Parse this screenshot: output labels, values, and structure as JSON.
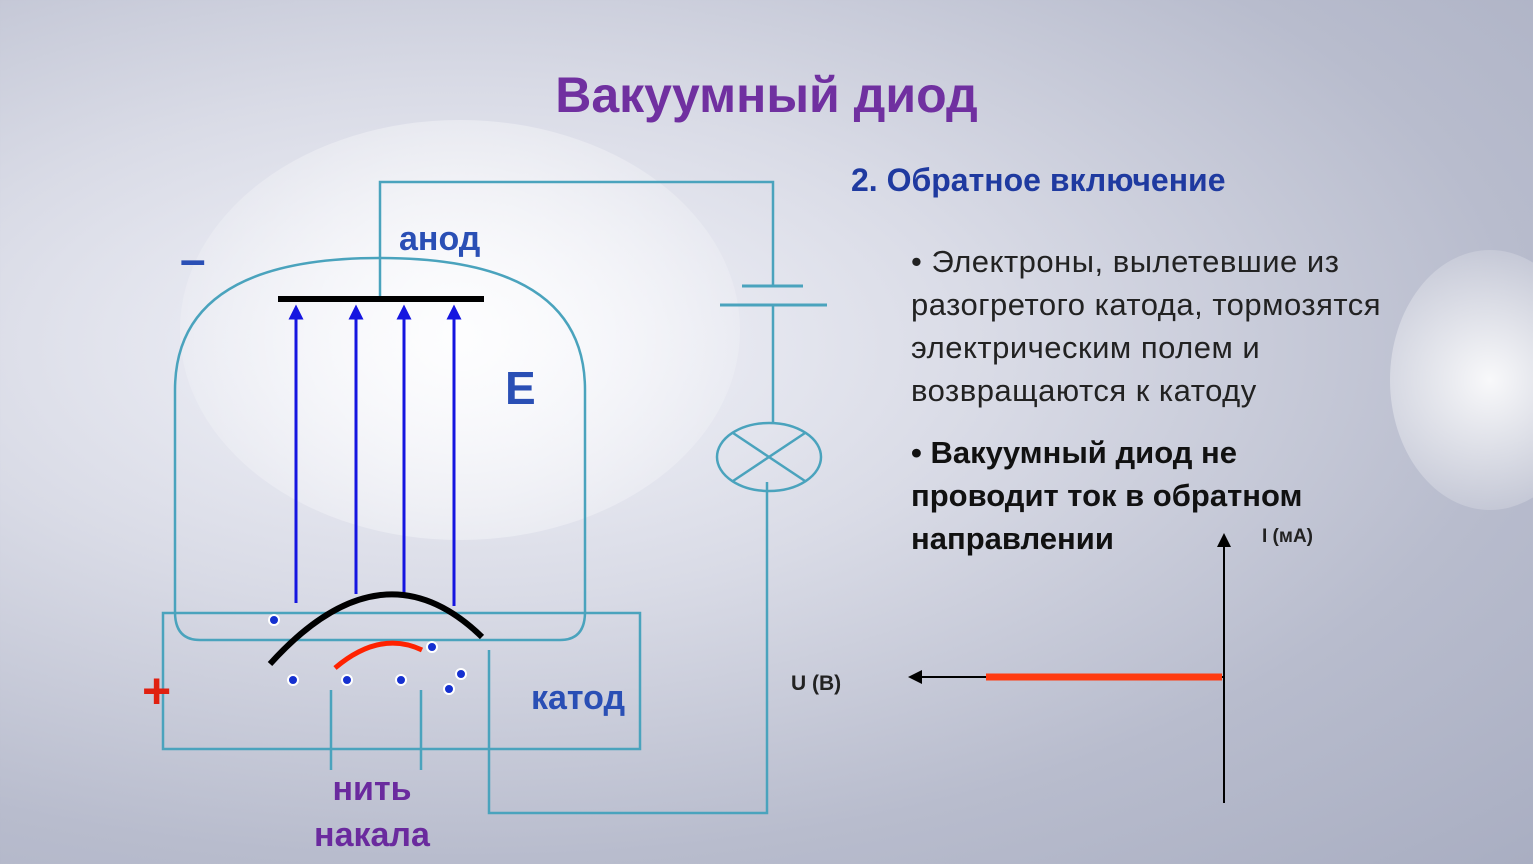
{
  "title": "Вакуумный диод",
  "subtitle": "2. Обратное включение",
  "bullets": [
    "• Электроны, вылетевшие из разогретого катода, тормозятся электрическим полем и возвращаются к катоду",
    "•  Вакуумный диод не проводит ток в обратном направлении"
  ],
  "diagram": {
    "minus_sign": "–",
    "plus_sign": "+",
    "anode_label": "анод",
    "field_label": "E",
    "cathode_label": "катод",
    "filament_label_line1": "нить",
    "filament_label_line2": "накала"
  },
  "graph": {
    "y_axis_label": "I (мА)",
    "x_axis_label": "U (В)"
  },
  "colors": {
    "title": "#7030a0",
    "subtitle": "#1f3aa0",
    "diagram_labels": "#2a4fb5",
    "filament_label": "#6a2a9e",
    "wire": "#4aa3bd",
    "field_lines": "#1515e0",
    "plus_sign": "#e02010",
    "graph_line": "#ff3b10"
  }
}
